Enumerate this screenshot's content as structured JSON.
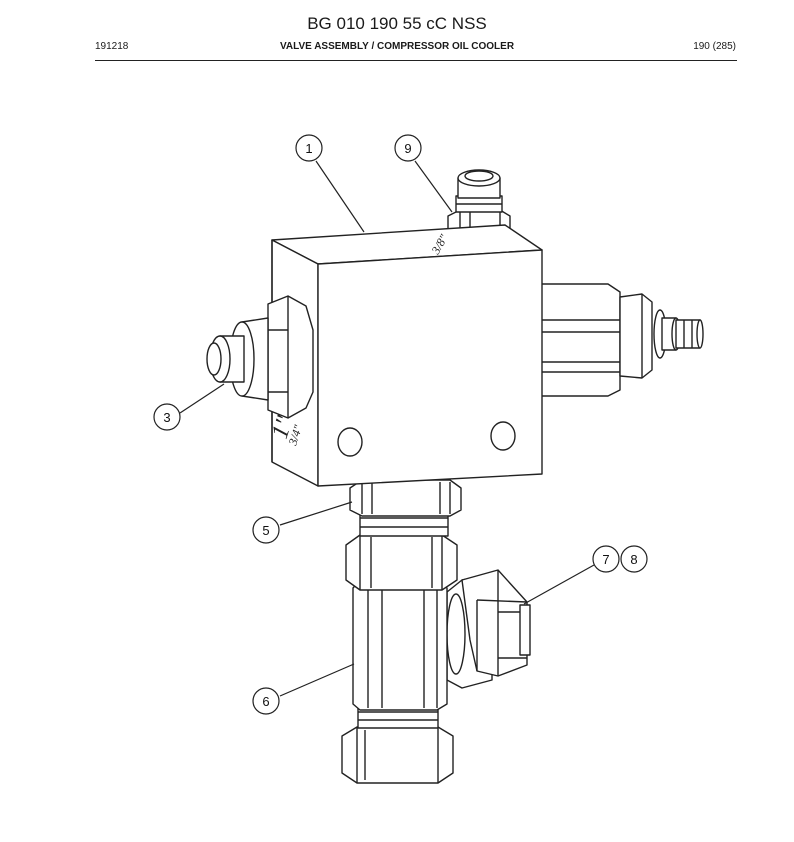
{
  "header": {
    "doc_number": "BG 010 190 55 cC NSS",
    "date_code": "191218",
    "section_title": "VALVE ASSEMBLY / COMPRESSOR OIL COOLER",
    "page": "190 (285)"
  },
  "drawing": {
    "port_marking_large": "1\"",
    "port_marking_fraction": "3/4\"",
    "top_marking": "3/8\""
  },
  "callouts": [
    {
      "id": "callout-1",
      "label": "1"
    },
    {
      "id": "callout-9",
      "label": "9"
    },
    {
      "id": "callout-3",
      "label": "3"
    },
    {
      "id": "callout-5",
      "label": "5"
    },
    {
      "id": "callout-7",
      "label": "7"
    },
    {
      "id": "callout-8",
      "label": "8"
    },
    {
      "id": "callout-6",
      "label": "6"
    }
  ]
}
